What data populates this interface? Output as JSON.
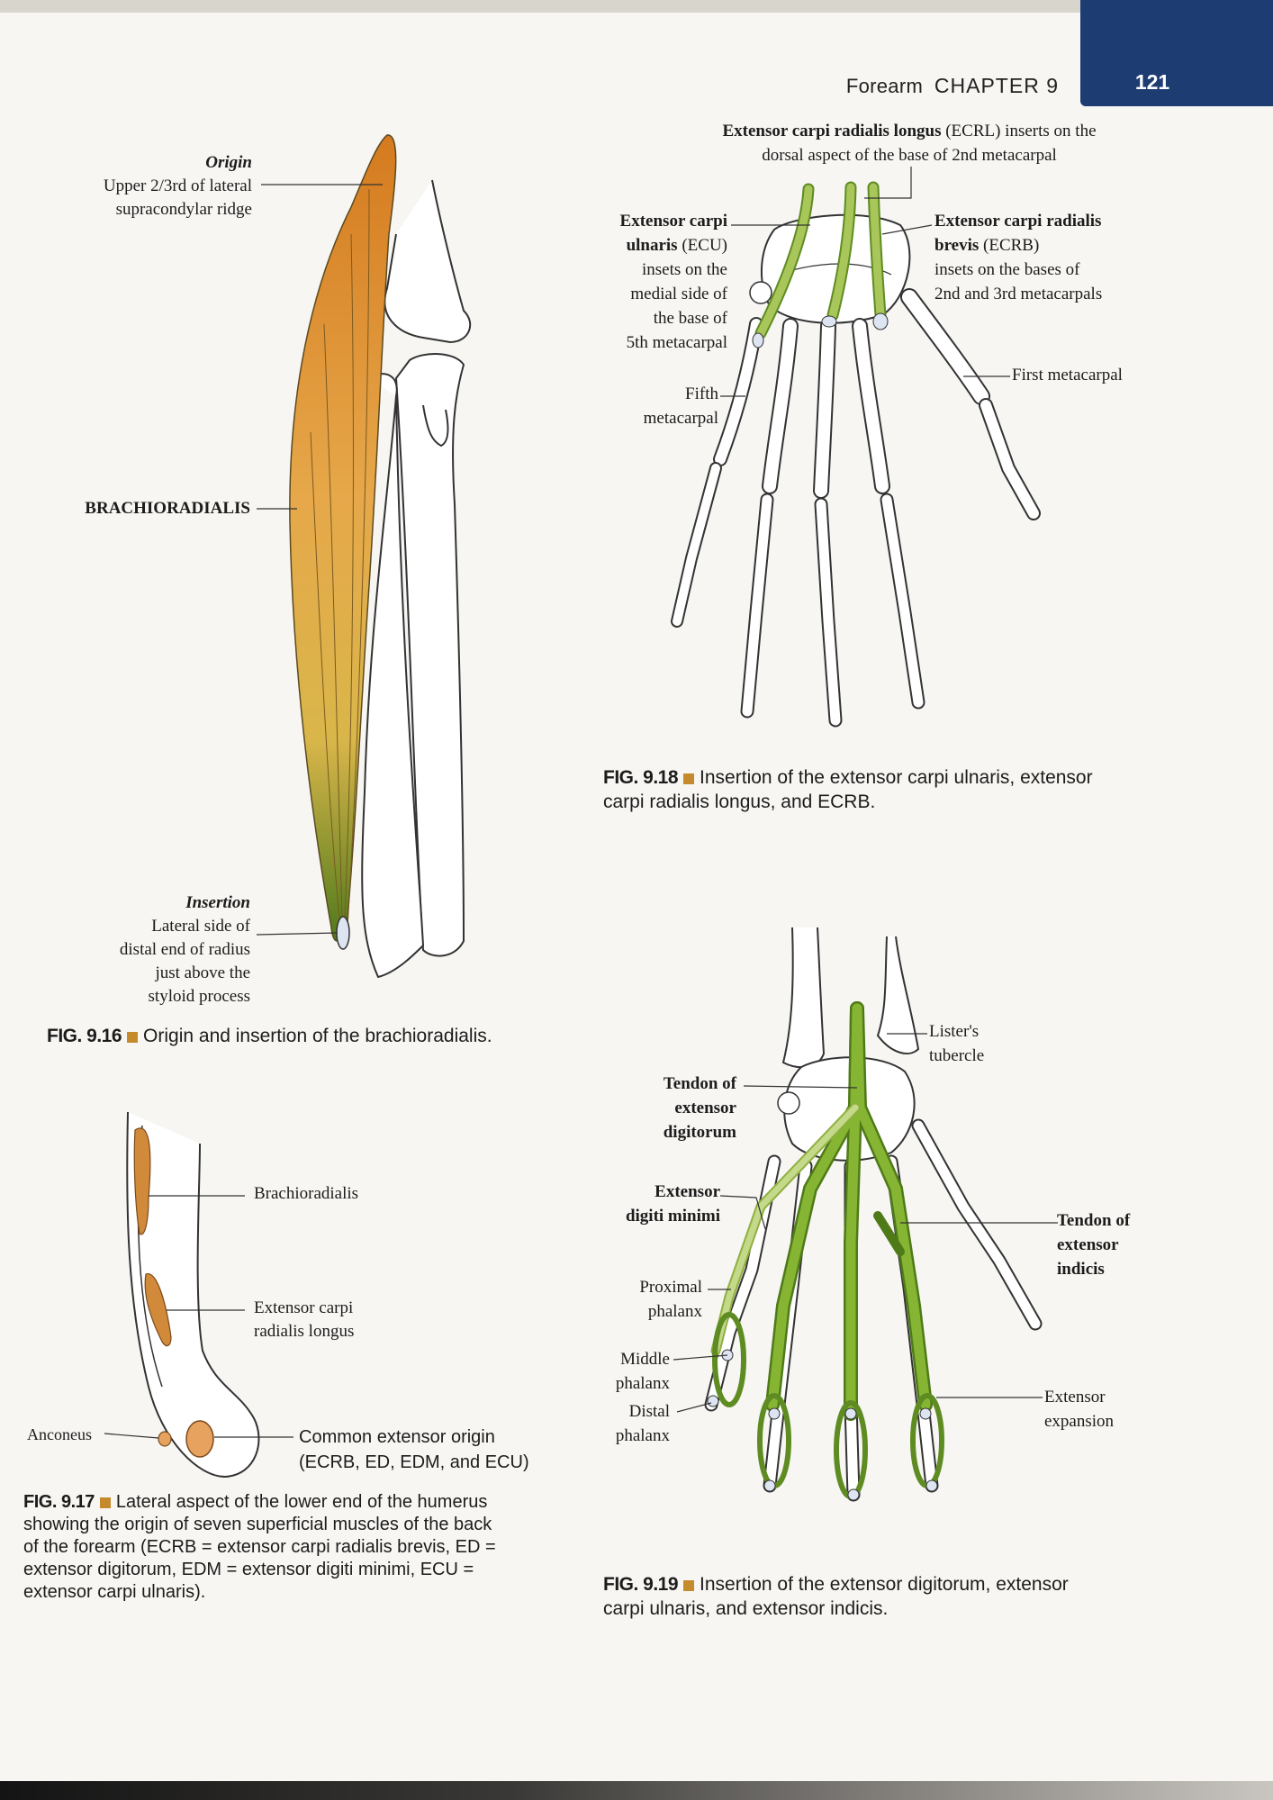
{
  "header": {
    "section": "Forearm",
    "chapter": "CHAPTER 9",
    "page_number": "121"
  },
  "fig916": {
    "origin_title": "Origin",
    "origin_line1": "Upper 2/3rd of lateral",
    "origin_line2": "supracondylar ridge",
    "muscle": "BRACHIORADIALIS",
    "insertion_title": "Insertion",
    "insertion_line1": "Lateral side of",
    "insertion_line2": "distal end of radius",
    "insertion_line3": "just above the",
    "insertion_line4": "styloid process",
    "caption_num": "FIG. 9.16",
    "caption_text": "Origin and insertion of the brachioradialis."
  },
  "fig917": {
    "brachioradialis": "Brachioradialis",
    "ecrl_line1": "Extensor carpi",
    "ecrl_line2": "radialis longus",
    "anconeus": "Anconeus",
    "common_line1": "Common extensor origin",
    "common_line2": "(ECRB, ED, EDM, and ECU)",
    "caption_num": "FIG. 9.17",
    "caption_line1": "Lateral aspect of the lower end of the humerus",
    "caption_line2": "showing the origin of seven superficial muscles of the back",
    "caption_line3": "of the forearm (ECRB = extensor carpi radialis brevis, ED =",
    "caption_line4": "extensor digitorum, EDM = extensor digiti minimi, ECU =",
    "caption_line5": "extensor carpi ulnaris)."
  },
  "fig918": {
    "ecrl_bold": "Extensor carpi radialis longus",
    "ecrl_rest": "(ECRL) inserts on the",
    "ecrl_line2": "dorsal aspect of the base of 2nd metacarpal",
    "ecu_bold1": "Extensor carpi",
    "ecu_bold2": "ulnaris",
    "ecu_abbr": "(ECU)",
    "ecu_line3": "insets on the",
    "ecu_line4": "medial side of",
    "ecu_line5": "the base of",
    "ecu_line6": "5th metacarpal",
    "ecrb_bold1": "Extensor carpi radialis",
    "ecrb_bold2": "brevis",
    "ecrb_abbr": "(ECRB)",
    "ecrb_line3": "insets on the bases of",
    "ecrb_line4": "2nd and 3rd metacarpals",
    "first_meta": "First metacarpal",
    "fifth_line1": "Fifth",
    "fifth_line2": "metacarpal",
    "caption_num": "FIG. 9.18",
    "caption_line1": "Insertion of the extensor carpi ulnaris, extensor",
    "caption_line2": "carpi radialis longus, and ECRB."
  },
  "fig919": {
    "listers1": "Lister's",
    "listers2": "tubercle",
    "ted1": "Tendon of",
    "ted2": "extensor",
    "ted3": "digitorum",
    "edm1": "Extensor",
    "edm2": "digiti minimi",
    "tei1": "Tendon of",
    "tei2": "extensor",
    "tei3": "indicis",
    "prox1": "Proximal",
    "prox2": "phalanx",
    "mid1": "Middle",
    "mid2": "phalanx",
    "dist1": "Distal",
    "dist2": "phalanx",
    "exp1": "Extensor",
    "exp2": "expansion",
    "caption_num": "FIG. 9.19",
    "caption_line1": "Insertion of the extensor digitorum, extensor",
    "caption_line2": "carpi ulnaris, and extensor indicis."
  },
  "colors": {
    "header_tab": "#1d3c72",
    "caption_square": "#c48a2c",
    "muscle_orange": "#d98a2a",
    "tendon_green": "#7aa82e",
    "light_tendon_green": "#b8cf6a"
  }
}
